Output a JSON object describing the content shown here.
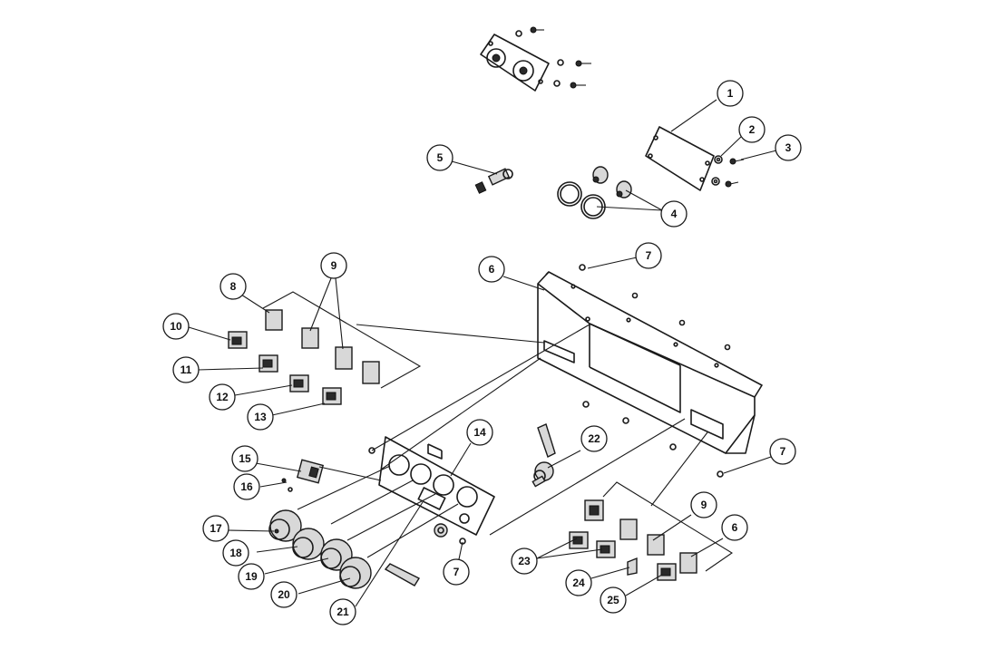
{
  "callouts": [
    {
      "id": "c1",
      "label": "1"
    },
    {
      "id": "c2",
      "label": "2"
    },
    {
      "id": "c3",
      "label": "3"
    },
    {
      "id": "c4",
      "label": "4"
    },
    {
      "id": "c5",
      "label": "5"
    },
    {
      "id": "c6a",
      "label": "6"
    },
    {
      "id": "c7a",
      "label": "7"
    },
    {
      "id": "c8",
      "label": "8"
    },
    {
      "id": "c9a",
      "label": "9"
    },
    {
      "id": "c10",
      "label": "10"
    },
    {
      "id": "c11",
      "label": "11"
    },
    {
      "id": "c12",
      "label": "12"
    },
    {
      "id": "c13",
      "label": "13"
    },
    {
      "id": "c14",
      "label": "14"
    },
    {
      "id": "c15",
      "label": "15"
    },
    {
      "id": "c16",
      "label": "16"
    },
    {
      "id": "c17",
      "label": "17"
    },
    {
      "id": "c18",
      "label": "18"
    },
    {
      "id": "c19",
      "label": "19"
    },
    {
      "id": "c20",
      "label": "20"
    },
    {
      "id": "c21",
      "label": "21"
    },
    {
      "id": "c22",
      "label": "22"
    },
    {
      "id": "c7b",
      "label": "7"
    },
    {
      "id": "c7c",
      "label": "7"
    },
    {
      "id": "c9b",
      "label": "9"
    },
    {
      "id": "c6b",
      "label": "6"
    },
    {
      "id": "c23",
      "label": "23"
    },
    {
      "id": "c24",
      "label": "24"
    },
    {
      "id": "c25",
      "label": "25"
    }
  ]
}
